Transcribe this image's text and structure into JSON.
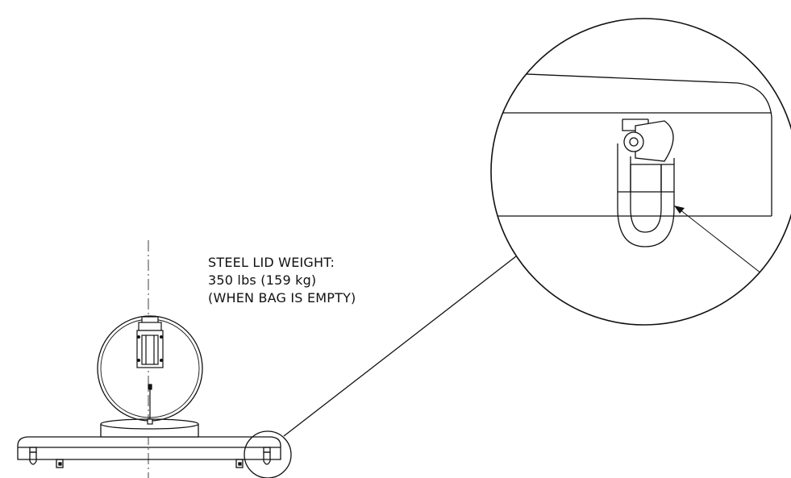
{
  "annotation": {
    "line1": "STEEL LID WEIGHT:",
    "line2": "350 lbs (159 kg)",
    "line3": "(WHEN BAG IS EMPTY)"
  },
  "colors": {
    "stroke": "#111111",
    "background": "#ffffff"
  }
}
